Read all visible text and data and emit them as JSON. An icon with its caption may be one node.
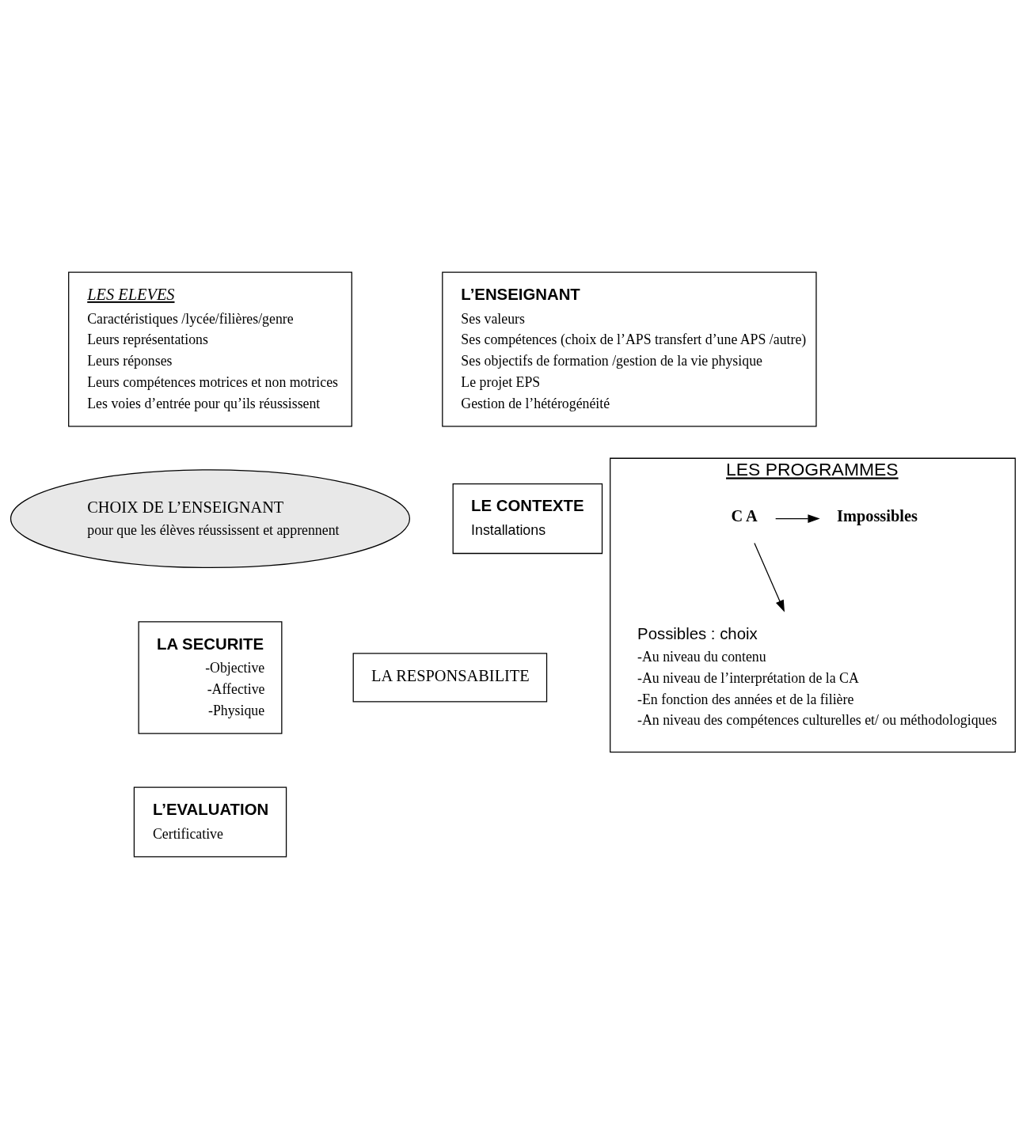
{
  "diagram": {
    "nodes": [
      {
        "text": [
          "LES ELEVES",
          "Caractéristiques /lycée/filières/genre",
          "Leurs représentations",
          "Leurs réponses",
          "Leurs compétences motrices et non motrices",
          "Les voies d’entrée pour qu’ils réussissent"
        ]
      },
      {
        "text": [
          "L’ENSEIGNANT",
          "Ses valeurs",
          "Ses compétences (choix de l’APS transfert d’une APS /autre)",
          "Ses objectifs de formation /gestion de la vie physique",
          "Le projet EPS",
          "Gestion de l’hétérogénéité"
        ]
      },
      {
        "text": [
          "CHOIX DE L’ENSEIGNANT",
          "pour que les élèves réussissent et apprennent"
        ]
      },
      {
        "text": [
          "LE CONTEXTE",
          "Installations"
        ]
      },
      {
        "text": [
          "LES PROGRAMMES"
        ]
      },
      {
        "text": [
          "C A"
        ],
        "in": 4
      },
      {
        "text": [
          "Impossibles"
        ],
        "in": 4
      },
      {
        "text": [
          "Possibles : choix",
          "-Au niveau du contenu",
          "-Au niveau de l’interprétation de la CA",
          "-En fonction des années et de la filière",
          "-An niveau des compétences culturelles et/ ou méthodologiques"
        ],
        "in": 4
      },
      {
        "text": [
          "LA SECURITE",
          "-Objective",
          "-Affective",
          "-Physique"
        ]
      },
      {
        "text": [
          "LA RESPONSABILITE"
        ]
      },
      {
        "text": [
          "L’EVALUATION",
          "Certificative"
        ]
      }
    ],
    "edges": [
      {
        "from": 5,
        "to": 6,
        "arrow": "to"
      },
      {
        "from": 5,
        "to": 7,
        "arrow": "to"
      }
    ]
  }
}
